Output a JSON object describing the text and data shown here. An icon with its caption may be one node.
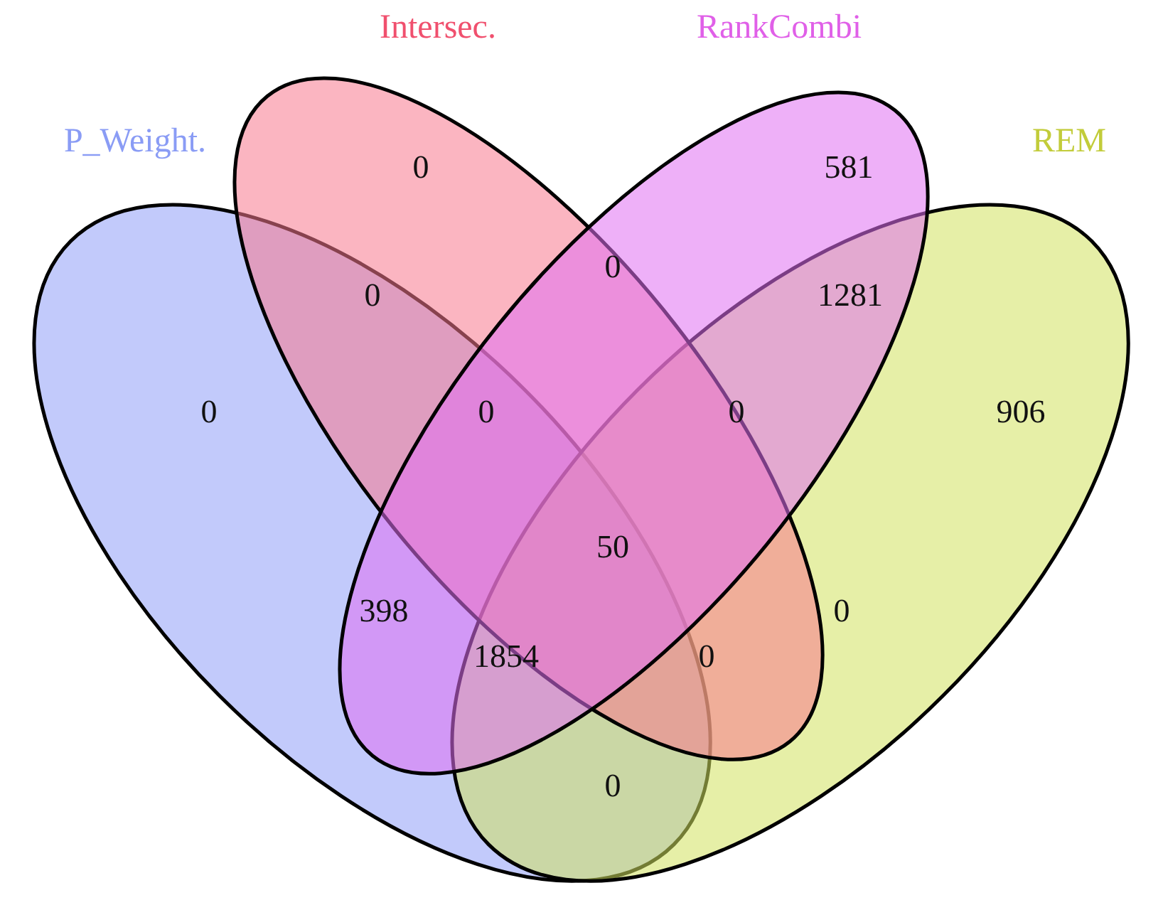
{
  "diagram": {
    "nodes": [
      {
        "text": [
          "P_Weight."
        ]
      },
      {
        "text": [
          "Intersec."
        ]
      },
      {
        "text": [
          "RankCombi"
        ]
      },
      {
        "text": [
          "REM"
        ]
      }
    ],
    "labels": [
      "0",
      "581",
      "0",
      "0",
      "1281",
      "0",
      "0",
      "0",
      "906",
      "50",
      "398",
      "0",
      "1854",
      "0",
      "0"
    ]
  }
}
